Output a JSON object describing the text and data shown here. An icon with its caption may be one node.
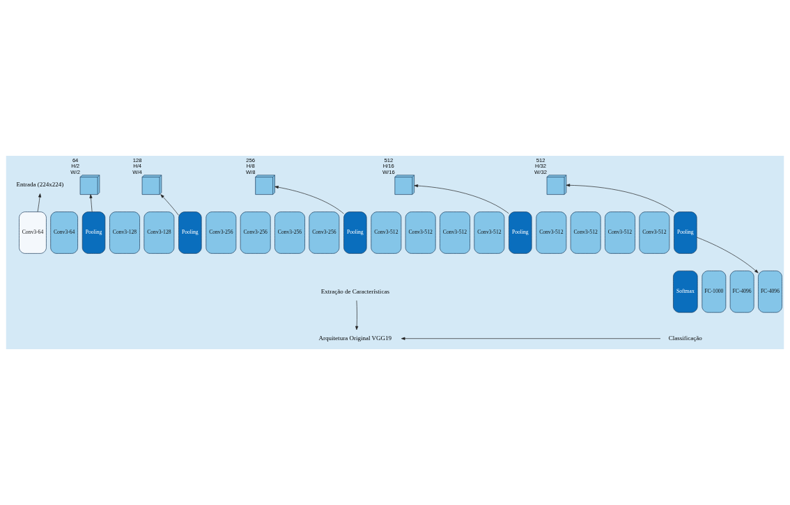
{
  "diagram": {
    "nodes": [
      {
        "text": [
          "Entrada (224x224)"
        ]
      },
      {
        "text": [],
        "shape": "box",
        "beside": [
          "64",
          "H/2",
          "W/2"
        ]
      },
      {
        "text": [],
        "shape": "box",
        "beside": [
          "128",
          "H/4",
          "W/4"
        ]
      },
      {
        "text": [],
        "shape": "box",
        "beside": [
          "256",
          "H/8",
          "W/8"
        ]
      },
      {
        "text": [],
        "shape": "box",
        "beside": [
          "512",
          "H/16",
          "W/16"
        ]
      },
      {
        "text": [],
        "shape": "box",
        "beside": [
          "512",
          "H/32",
          "W/32"
        ]
      },
      {
        "text": [
          "Conv3-64"
        ]
      },
      {
        "text": [
          "Conv3-64"
        ]
      },
      {
        "text": [
          "Pooling"
        ]
      },
      {
        "text": [
          "Conv3-128"
        ]
      },
      {
        "text": [
          "Conv3-128"
        ]
      },
      {
        "text": [
          "Pooling"
        ]
      },
      {
        "text": [
          "Conv3-256"
        ]
      },
      {
        "text": [
          "Conv3-256"
        ]
      },
      {
        "text": [
          "Conv3-256"
        ]
      },
      {
        "text": [
          "Conv3-256"
        ]
      },
      {
        "text": [
          "Pooling"
        ]
      },
      {
        "text": [
          "Conv3-512"
        ]
      },
      {
        "text": [
          "Conv3-512"
        ]
      },
      {
        "text": [
          "Conv3-512"
        ]
      },
      {
        "text": [
          "Conv3-512"
        ]
      },
      {
        "text": [
          "Pooling"
        ]
      },
      {
        "text": [
          "Conv3-512"
        ]
      },
      {
        "text": [
          "Conv3-512"
        ]
      },
      {
        "text": [
          "Conv3-512"
        ]
      },
      {
        "text": [
          "Conv3-512"
        ]
      },
      {
        "text": [
          "Pooling"
        ]
      },
      {
        "text": [
          "Extração de Características"
        ]
      },
      {
        "text": [
          "Arquitetura Original VGG19"
        ]
      },
      {
        "text": [
          "Softmax"
        ]
      },
      {
        "text": [
          "FC-1000"
        ]
      },
      {
        "text": [
          "FC-4096"
        ]
      },
      {
        "text": [
          "FC-4096"
        ]
      },
      {
        "text": [
          "Classificação"
        ]
      }
    ],
    "edges": [
      {
        "from": 6,
        "to": 0,
        "arrow": "to"
      },
      {
        "from": 8,
        "to": 1,
        "arrow": "to"
      },
      {
        "from": 11,
        "to": 2,
        "arrow": "to"
      },
      {
        "from": 16,
        "to": 3,
        "arrow": "to"
      },
      {
        "from": 21,
        "to": 4,
        "arrow": "to"
      },
      {
        "from": 26,
        "to": 5,
        "arrow": "to"
      },
      {
        "from": 26,
        "to": 32,
        "arrow": "to"
      },
      {
        "from": 27,
        "to": 28,
        "arrow": "to"
      },
      {
        "from": 33,
        "to": 28,
        "arrow": "to"
      }
    ]
  }
}
